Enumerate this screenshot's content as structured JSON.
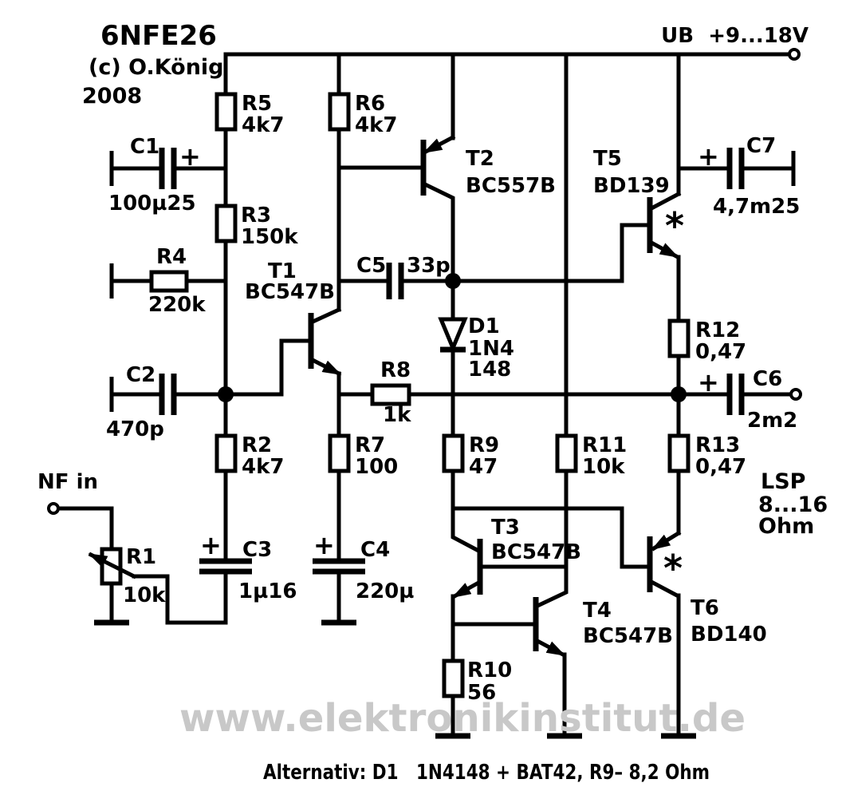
{
  "title": {
    "name": "6NFE26",
    "copyright": "(c) O.König",
    "year": "2008"
  },
  "power_rail": {
    "label": "UB  +9...18V"
  },
  "input": {
    "label": "NF in"
  },
  "speaker": {
    "line1": "LSP",
    "line2": "8...16",
    "line3": "Ohm"
  },
  "symbols": {
    "plus": "+",
    "star": "*"
  },
  "components": {
    "R1": {
      "ref": "R1",
      "value": "10k"
    },
    "R2": {
      "ref": "R2",
      "value": "4k7"
    },
    "R3": {
      "ref": "R3",
      "value": "150k"
    },
    "R4": {
      "ref": "R4",
      "value": "220k"
    },
    "R5": {
      "ref": "R5",
      "value": "4k7"
    },
    "R6": {
      "ref": "R6",
      "value": "4k7"
    },
    "R7": {
      "ref": "R7",
      "value": "100"
    },
    "R8": {
      "ref": "R8",
      "value": "1k"
    },
    "R9": {
      "ref": "R9",
      "value": "47"
    },
    "R10": {
      "ref": "R10",
      "value": "56"
    },
    "R11": {
      "ref": "R11",
      "value": "10k"
    },
    "R12": {
      "ref": "R12",
      "value": "0,47"
    },
    "R13": {
      "ref": "R13",
      "value": "0,47"
    },
    "C1": {
      "ref": "C1",
      "value": "100µ25"
    },
    "C2": {
      "ref": "C2",
      "value": "470p"
    },
    "C3": {
      "ref": "C3",
      "value": "1µ16"
    },
    "C4": {
      "ref": "C4",
      "value": "220µ"
    },
    "C5": {
      "ref": "C5",
      "value": "33p"
    },
    "C6": {
      "ref": "C6",
      "value": "2m2"
    },
    "C7": {
      "ref": "C7",
      "value": "4,7m25"
    },
    "D1": {
      "ref": "D1",
      "value_line1": "1N4",
      "value_line2": "148"
    },
    "T1": {
      "ref": "T1",
      "part": "BC547B"
    },
    "T2": {
      "ref": "T2",
      "part": "BC557B"
    },
    "T3": {
      "ref": "T3",
      "part": "BC547B"
    },
    "T4": {
      "ref": "T4",
      "part": "BC547B"
    },
    "T5": {
      "ref": "T5",
      "part": "BD139"
    },
    "T6": {
      "ref": "T6",
      "part": "BD140"
    }
  },
  "watermark": "www.elektronikinstitut.de",
  "footnote": "Alternativ: D1   1N4148 + BAT42, R9– 8,2 Ohm"
}
